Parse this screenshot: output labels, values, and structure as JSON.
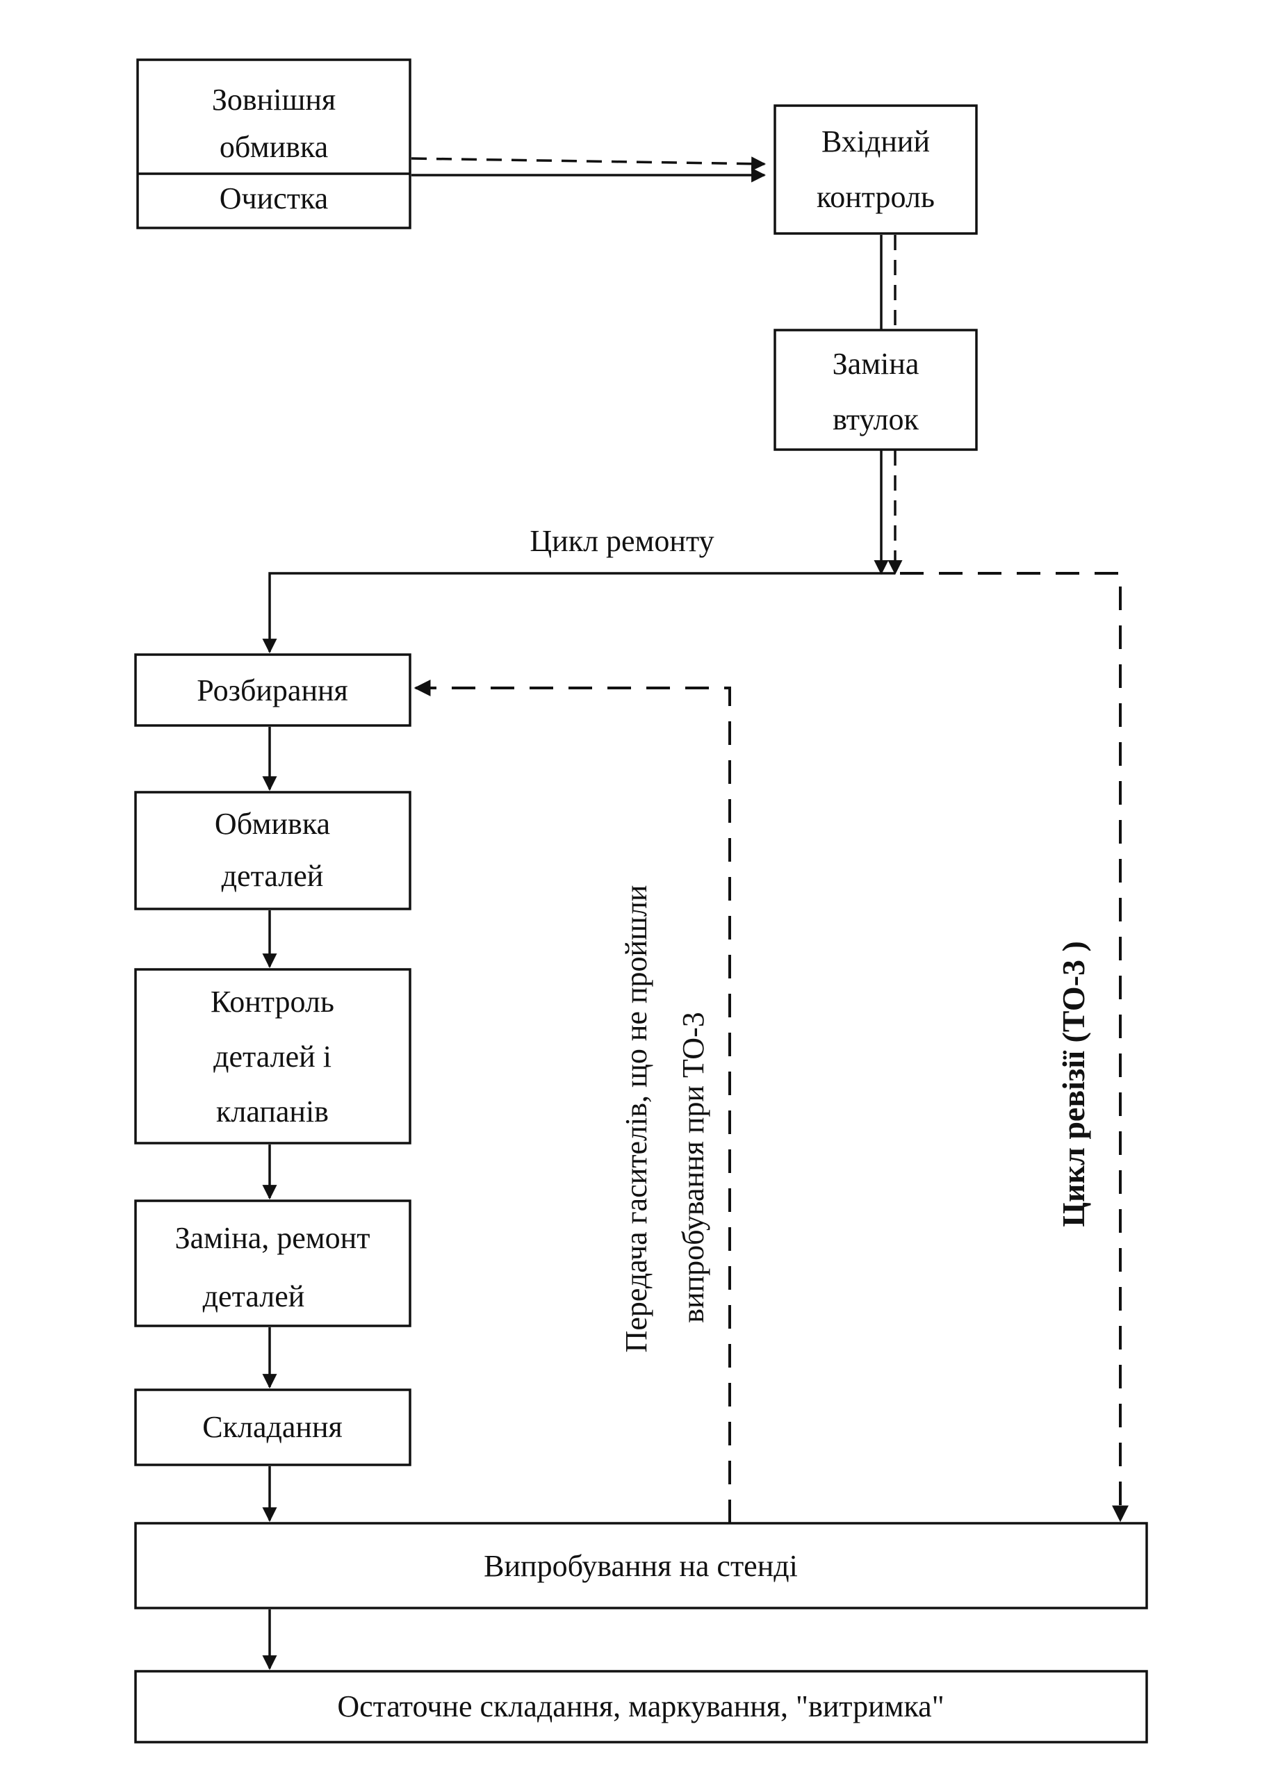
{
  "boxes": {
    "washing": [
      "Зовнішня",
      "обмивка"
    ],
    "cleaning": "Очистка",
    "input_control": [
      "Вхідний",
      "контроль"
    ],
    "bushing_replacement": [
      "Заміна",
      "втулок"
    ],
    "disassembly": "Розбирання",
    "parts_washing": [
      "Обмивка",
      "деталей"
    ],
    "parts_control": [
      "Контроль",
      "деталей і",
      "клапанів"
    ],
    "parts_repair": [
      "Заміна, ремонт",
      "деталей"
    ],
    "assembly": "Складання",
    "bench_test": "Випробування на стенді",
    "final_assembly": "Остаточне складання, маркування, \"витримка\""
  },
  "labels": {
    "repair_cycle": "Цикл ремонту",
    "revision_cycle": "Цикл ревізії (ТО-3 )",
    "transfer_line1": "Передача гасителів, що не пройшли",
    "transfer_line2": "випробування  при ТО-3"
  }
}
